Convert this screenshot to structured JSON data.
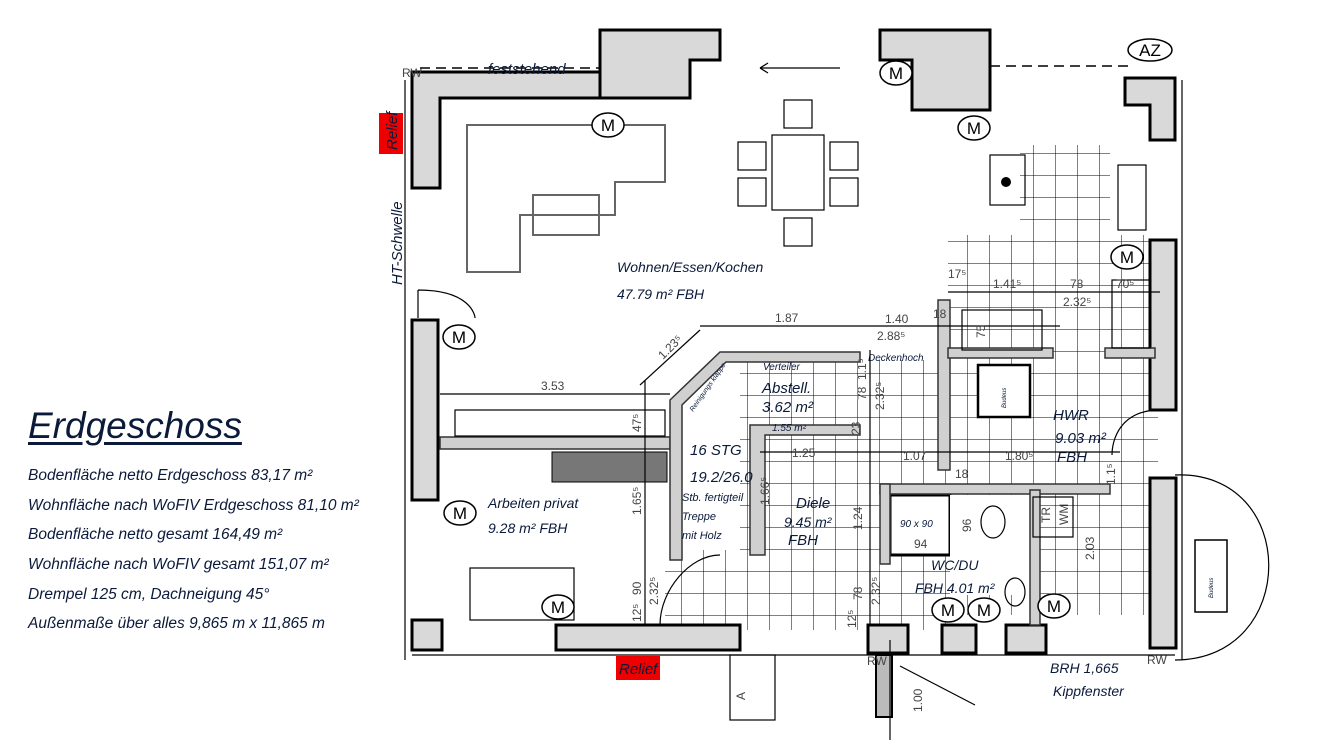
{
  "legend": {
    "title": "Erdgeschoss",
    "lines": [
      "Bodenfläche netto Erdgeschoss 83,17 m²",
      "Wohnfläche nach WoFIV Erdgeschoss 81,10 m²",
      "Bodenfläche netto gesamt 164,49 m²",
      "Wohnfläche nach WoFIV gesamt 151,07 m²",
      "Drempel 125 cm, Dachneigung 45°",
      "Außenmaße über alles 9,865 m x 11,865 m"
    ]
  },
  "labels": {
    "feststehend": "feststehend",
    "az": "AZ",
    "relief": "Relief",
    "ht_schwelle": "HT-Schwelle",
    "rw": "RW",
    "brh": "BRH 1,665",
    "kippfenster": "Kippfenster",
    "deckenhoch": "Deckenhoch",
    "verteiler": "Verteiler",
    "reinigungsklappe": "Reinigungs klappe",
    "budeus": "Budeus",
    "tr": "TR",
    "wm": "WM",
    "shower": "90 x 90",
    "a": "A",
    "m": "M"
  },
  "rooms": {
    "wohnen": {
      "name": "Wohnen/Essen/Kochen",
      "area": "47.79 m² FBH"
    },
    "arbeiten": {
      "name": "Arbeiten privat",
      "area": "9.28 m² FBH"
    },
    "treppe": {
      "steps": "16 STG",
      "ratio": "19.2/26.0",
      "note1": "Stb. fertigteil",
      "note2": "Treppe",
      "note3": "mit Holz"
    },
    "abstell": {
      "name": "Abstell.",
      "area": "3.62 m²",
      "sub": "1.55 m²"
    },
    "hwr": {
      "name": "HWR",
      "area": "9.03 m²",
      "fbh": "FBH"
    },
    "diele": {
      "name": "Diele",
      "area": "9.45 m²",
      "fbh": "FBH"
    },
    "wcdu": {
      "name": "WC/DU",
      "area": "FBH 4.01 m²"
    }
  },
  "dims": [
    "1.87",
    "1.40",
    "2.88⁵",
    "18",
    "1.23⁵",
    "3.53",
    "47⁵",
    "1.65⁵",
    "2.32⁵",
    "90",
    "12⁵",
    "1.25",
    "1.07",
    "1.80⁵",
    "1.66⁵",
    "1.24",
    "78",
    "2.32⁵",
    "12⁵",
    "96",
    "94",
    "2.03",
    "17⁵",
    "1.41⁵",
    "78",
    "2.32⁵",
    "70⁵",
    "75",
    "18",
    "1.00",
    "78",
    "1.1⁵",
    "2.32⁵",
    "23",
    "1.1⁵"
  ]
}
